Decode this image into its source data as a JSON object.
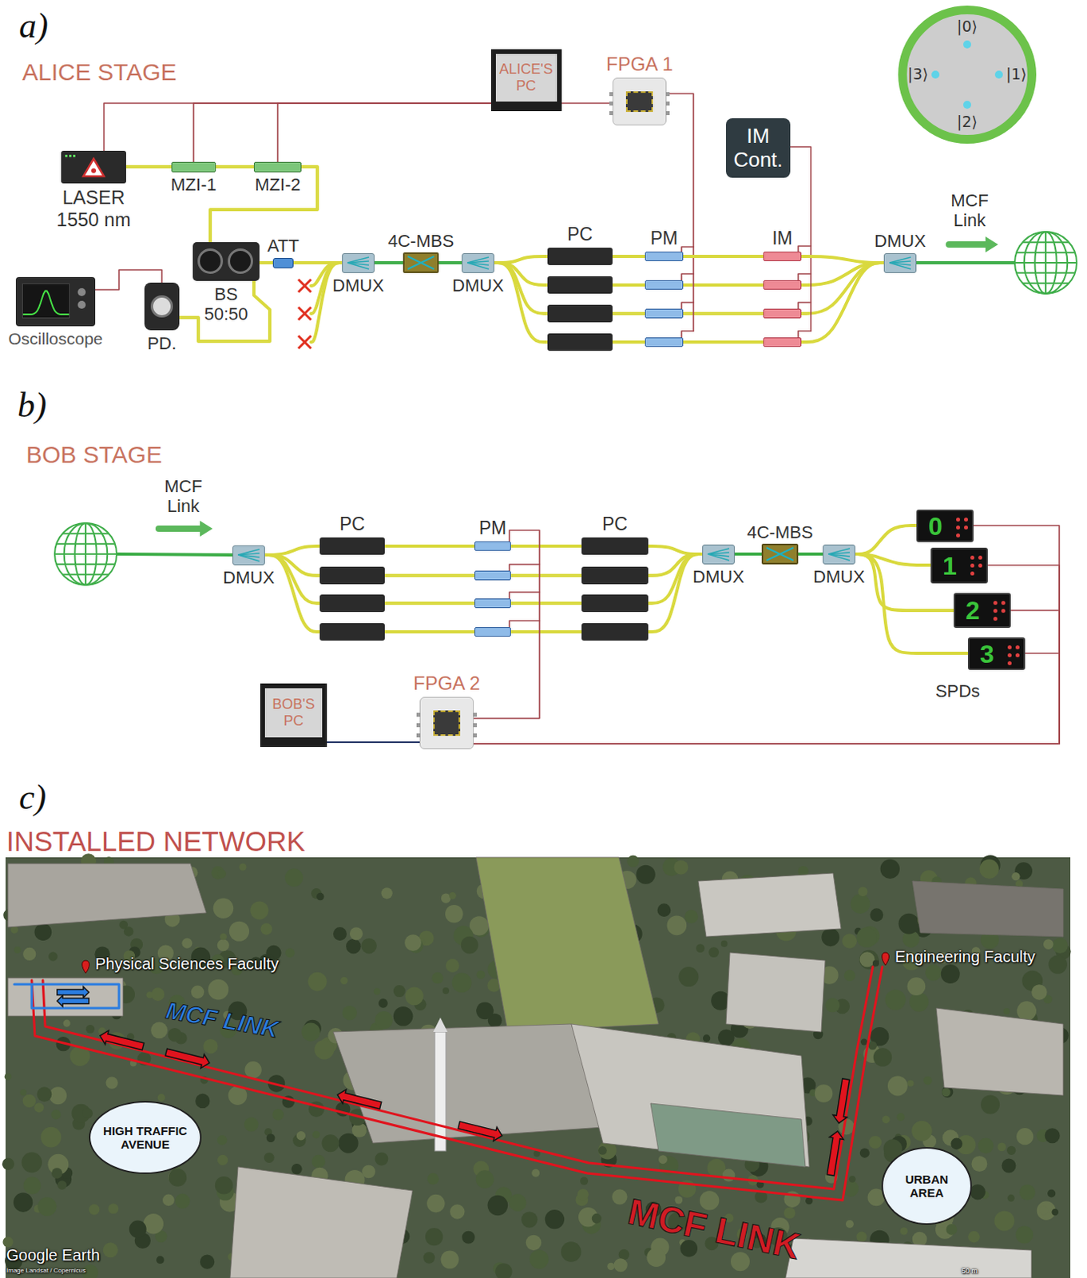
{
  "diagram": {
    "nodes": [
      {
        "text": [
          "ALICE'S PC"
        ]
      },
      {
        "text": [
          "FPGA 1"
        ]
      },
      {
        "text": [
          "|0⟩",
          "|3⟩",
          "|1⟩",
          "|2⟩"
        ]
      },
      {
        "text": [
          "LASER 1550 nm"
        ]
      },
      {
        "text": [
          "MZI-1"
        ]
      },
      {
        "text": [
          "MZI-2"
        ]
      },
      {
        "text": [
          "IM Cont."
        ]
      },
      {
        "text": [
          "ATT"
        ]
      },
      {
        "text": [
          "4C-MBS"
        ]
      },
      {
        "text": [
          "PC"
        ]
      },
      {
        "text": [
          "PM"
        ]
      },
      {
        "text": [
          "IM"
        ]
      },
      {
        "text": [
          "DMUX"
        ]
      },
      {
        "text": [
          "Oscilloscope"
        ]
      },
      {
        "text": [
          "BS 50:50"
        ]
      },
      {
        "text": [
          "DMUX"
        ]
      },
      {
        "text": [
          "DMUX"
        ]
      },
      {
        "text": [
          "PD."
        ]
      },
      {
        "text": [
          "DMUX"
        ]
      },
      {
        "text": [
          "PC"
        ]
      },
      {
        "text": [
          "PM"
        ]
      },
      {
        "text": [
          "PC"
        ]
      },
      {
        "text": [
          "DMUX"
        ]
      },
      {
        "text": [
          "4C-MBS"
        ]
      },
      {
        "text": [
          "DMUX"
        ]
      },
      {
        "text": [
          "0"
        ]
      },
      {
        "text": [
          "1"
        ]
      },
      {
        "text": [
          "2"
        ]
      },
      {
        "text": [
          "3"
        ]
      },
      {
        "text": [
          "FPGA 2"
        ]
      },
      {
        "text": [
          "BOB'S PC"
        ]
      },
      {
        "text": [
          "HIGH TRAFFIC AVENUE"
        ]
      },
      {
        "text": [
          "URBAN AREA"
        ]
      }
    ],
    "edges": [
      {
        "from": 0,
        "to": 3,
        "arrow": "none"
      },
      {
        "from": 0,
        "to": 4,
        "arrow": "none"
      },
      {
        "from": 0,
        "to": 5,
        "arrow": "none"
      },
      {
        "from": 0,
        "to": 1,
        "arrow": "none"
      },
      {
        "from": 1,
        "to": 10,
        "arrow": "none"
      },
      {
        "from": 6,
        "to": 11,
        "arrow": "none"
      },
      {
        "from": 3,
        "to": 4,
        "arrow": "none"
      },
      {
        "from": 4,
        "to": 5,
        "arrow": "none"
      },
      {
        "from": 5,
        "to": 14,
        "arrow": "none"
      },
      {
        "from": 14,
        "to": 7,
        "arrow": "none"
      },
      {
        "from": 14,
        "to": 17,
        "arrow": "none"
      },
      {
        "from": 13,
        "to": 17,
        "arrow": "none"
      },
      {
        "from": 7,
        "to": 15,
        "arrow": "none"
      },
      {
        "from": 15,
        "to": 8,
        "arrow": "none"
      },
      {
        "from": 8,
        "to": 16,
        "arrow": "none"
      },
      {
        "from": 16,
        "to": 9,
        "arrow": "none"
      },
      {
        "from": 9,
        "to": 10,
        "arrow": "none"
      },
      {
        "from": 10,
        "to": 11,
        "arrow": "none"
      },
      {
        "from": 11,
        "to": 12,
        "arrow": "none"
      },
      {
        "from": 18,
        "to": 19,
        "arrow": "none"
      },
      {
        "from": 19,
        "to": 20,
        "arrow": "none"
      },
      {
        "from": 20,
        "to": 21,
        "arrow": "none"
      },
      {
        "from": 21,
        "to": 22,
        "arrow": "none"
      },
      {
        "from": 22,
        "to": 23,
        "arrow": "none"
      },
      {
        "from": 23,
        "to": 24,
        "arrow": "none"
      },
      {
        "from": 24,
        "to": 25,
        "arrow": "none"
      },
      {
        "from": 24,
        "to": 26,
        "arrow": "none"
      },
      {
        "from": 24,
        "to": 27,
        "arrow": "none"
      },
      {
        "from": 24,
        "to": 28,
        "arrow": "none"
      },
      {
        "from": 25,
        "to": 29,
        "arrow": "none"
      },
      {
        "from": 26,
        "to": 29,
        "arrow": "none"
      },
      {
        "from": 27,
        "to": 29,
        "arrow": "none"
      },
      {
        "from": 28,
        "to": 29,
        "arrow": "none"
      },
      {
        "from": 29,
        "to": 20,
        "arrow": "none"
      },
      {
        "from": 30,
        "to": 29,
        "arrow": "none"
      }
    ],
    "labels": [
      "a)",
      "ALICE STAGE",
      "MCF Link",
      "b)",
      "BOB STAGE",
      "MCF Link",
      "SPDs",
      "c)",
      "INSTALLED NETWORK",
      "Physical Sciences Faculty",
      "MCF LINK",
      "Engineering Faculty",
      "MCF LINK",
      "Google Earth",
      "Image Landsat / Copernicus",
      "50 m"
    ]
  }
}
